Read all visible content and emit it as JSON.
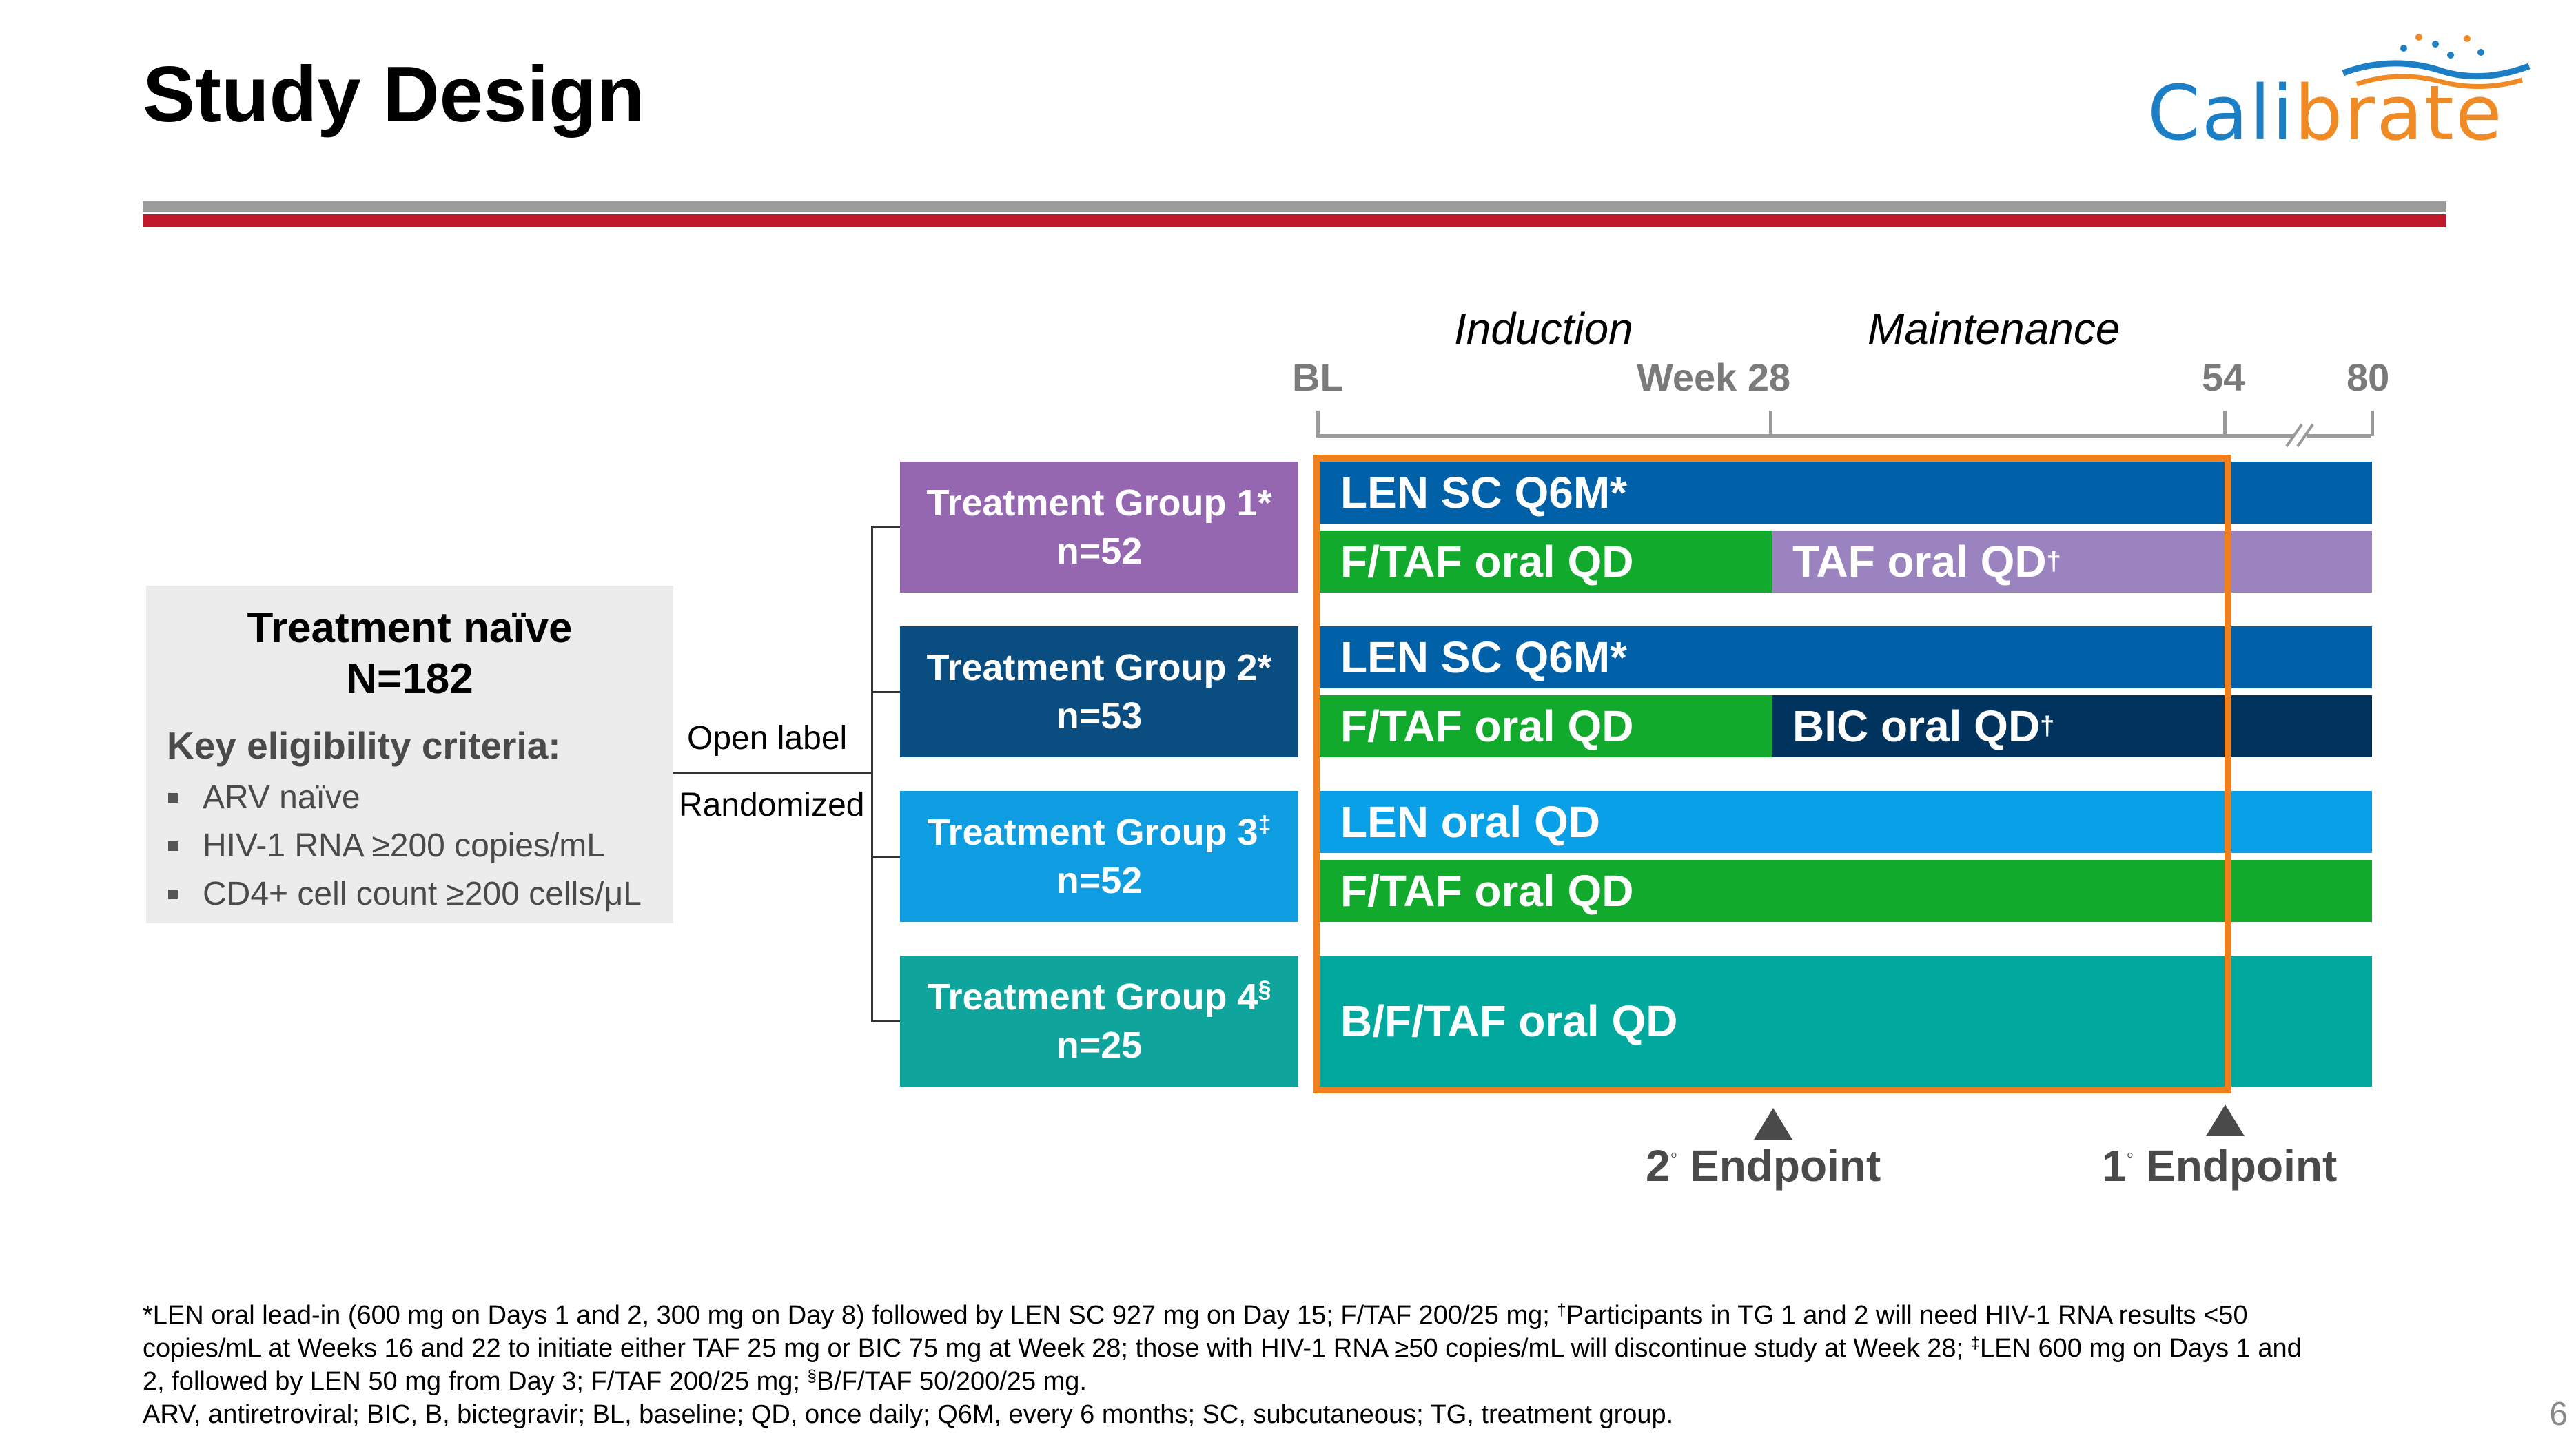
{
  "header": {
    "title": "Study Design",
    "logo_part1": "Cali",
    "logo_part2": "brate",
    "logo_colors": {
      "blue": "#1c7fc5",
      "orange": "#f08a24"
    }
  },
  "timeline": {
    "induction_label": "Induction",
    "maintenance_label": "Maintenance",
    "ticks": {
      "bl": "BL",
      "week28": "Week 28",
      "w54": "54",
      "w80": "80"
    }
  },
  "criteria": {
    "title_line1": "Treatment naïve",
    "title_line2": "N=182",
    "heading": "Key eligibility criteria:",
    "items": [
      "ARV naïve",
      "HIV-1 RNA ≥200 copies/mL",
      "CD4+ cell count ≥200 cells/μL"
    ]
  },
  "randomization": {
    "open_label": "Open label",
    "randomized": "Randomized"
  },
  "groups": [
    {
      "name": "Treatment Group 1",
      "mark": "*",
      "n": "n=52",
      "color": "#9467b0"
    },
    {
      "name": "Treatment Group 2",
      "mark": "*",
      "n": "n=53",
      "color": "#0a4d80"
    },
    {
      "name": "Treatment Group 3",
      "mark": "‡",
      "n": "n=52",
      "color": "#0d9de0"
    },
    {
      "name": "Treatment Group 4",
      "mark": "§",
      "n": "n=25",
      "color": "#10a59c"
    }
  ],
  "regimens": {
    "g1_top": "LEN SC Q6M*",
    "g1_bottom_induction": "F/TAF oral QD",
    "g1_bottom_maintenance": "TAF oral QD",
    "g1_bottom_maintenance_mark": "†",
    "g2_top": "LEN SC Q6M*",
    "g2_bottom_induction": "F/TAF oral QD",
    "g2_bottom_maintenance": "BIC oral QD",
    "g2_bottom_maintenance_mark": "†",
    "g3_top": "LEN oral QD",
    "g3_bottom": "F/TAF oral QD",
    "g4": "B/F/TAF oral QD"
  },
  "regimen_colors": {
    "len_sc": "#0060a8",
    "f_taf": "#12aa2d",
    "taf": "#9b83bf",
    "bic": "#00335e",
    "len_oral": "#0aa0e8",
    "b_f_taf": "#00a89e",
    "analysis_window": "#f0801e"
  },
  "endpoints": {
    "secondary_num": "2",
    "secondary_deg": "◦",
    "secondary_text": "Endpoint",
    "primary_num": "1",
    "primary_deg": "◦",
    "primary_text": "Endpoint"
  },
  "footnotes": {
    "line1": "*LEN oral lead-in (600 mg on Days 1 and 2, 300 mg on Day 8) followed by LEN SC 927 mg on Day 15; F/TAF 200/25 mg; ",
    "line1_mark": "†",
    "line1_b": "Participants in TG 1 and 2 will need HIV-1 RNA results <50",
    "line2": "copies/mL at Weeks 16 and 22 to initiate either TAF 25 mg or BIC 75 mg at Week 28; those with HIV-1 RNA ≥50 copies/mL will discontinue study at Week 28; ",
    "line2_mark": "‡",
    "line2_b": "LEN 600 mg on Days 1 and",
    "line3": "2, followed by LEN 50 mg from Day 3; F/TAF 200/25 mg; ",
    "line3_mark": "§",
    "line3_b": "B/F/TAF 50/200/25 mg.",
    "line4": "ARV, antiretroviral; BIC, B, bictegravir; BL, baseline; QD, once daily; Q6M, every 6 months; SC, subcutaneous; TG, treatment group."
  },
  "page_number": "6"
}
